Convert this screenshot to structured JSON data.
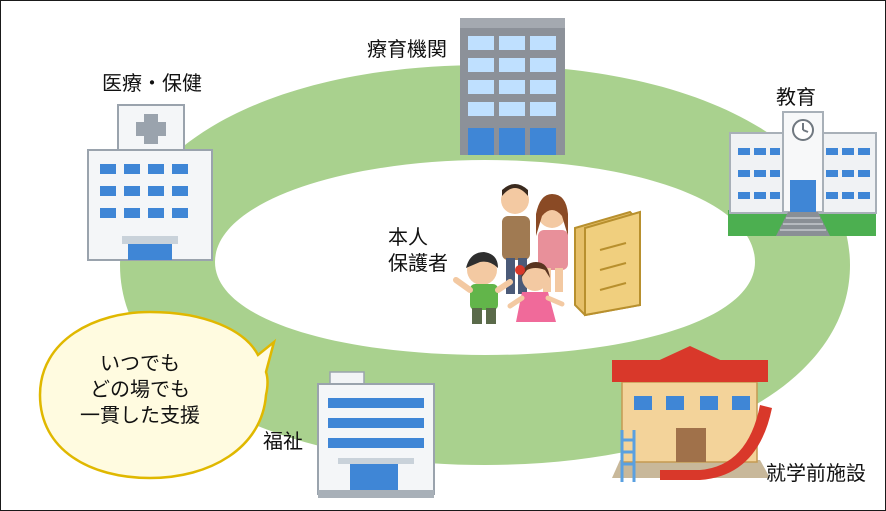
{
  "labels": {
    "medical": "医療・保健",
    "therapy": "療育機関",
    "education": "教育",
    "welfare": "福祉",
    "preschool": "就学前施設"
  },
  "center": {
    "line1": "本人",
    "line2": "保護者"
  },
  "bubble": {
    "line1": "いつでも",
    "line2": "どの場でも",
    "line3": "一貫した支援"
  },
  "colors": {
    "ring": "#a9d18e",
    "bubble_fill": "#fffbe0",
    "bubble_stroke": "#e0b800",
    "building_blue": "#3f86d6",
    "grey_building": "#8c9199",
    "roof_red": "#d9382a"
  },
  "icons": [
    "hospital-icon",
    "therapy-building-icon",
    "school-icon",
    "welfare-building-icon",
    "kindergarten-icon",
    "family-icon",
    "file-folder-icon"
  ]
}
